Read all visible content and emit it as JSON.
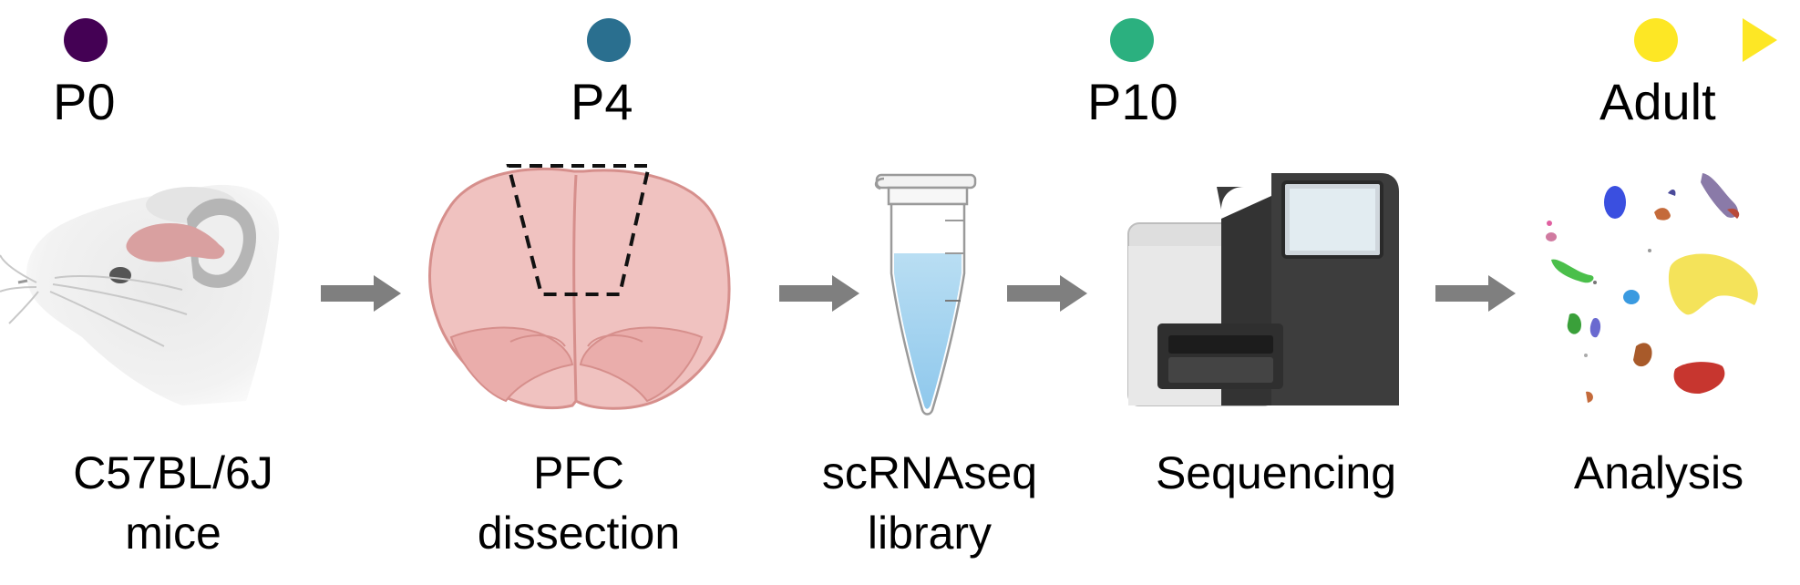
{
  "timeline": {
    "gradient": [
      "#440154",
      "#31688e",
      "#21918c",
      "#35b779",
      "#90d743",
      "#fde725"
    ],
    "points": [
      {
        "label": "P0",
        "color": "#440154"
      },
      {
        "label": "P4",
        "color": "#2a6f8f"
      },
      {
        "label": "P10",
        "color": "#2bb07f"
      },
      {
        "label": "Adult",
        "color": "#fde725"
      }
    ]
  },
  "steps": [
    {
      "line1": "C57BL/6J",
      "line2": "mice",
      "icon": "mouse-icon"
    },
    {
      "line1": "PFC",
      "line2": "dissection",
      "icon": "brain-section-icon"
    },
    {
      "line1": "scRNAseq",
      "line2": "library",
      "icon": "tube-icon"
    },
    {
      "line1": "Sequencing",
      "line2": "",
      "icon": "sequencer-icon"
    },
    {
      "line1": "Analysis",
      "line2": "",
      "icon": "umap-icon"
    }
  ],
  "arrow_color": "#7f7f7f"
}
